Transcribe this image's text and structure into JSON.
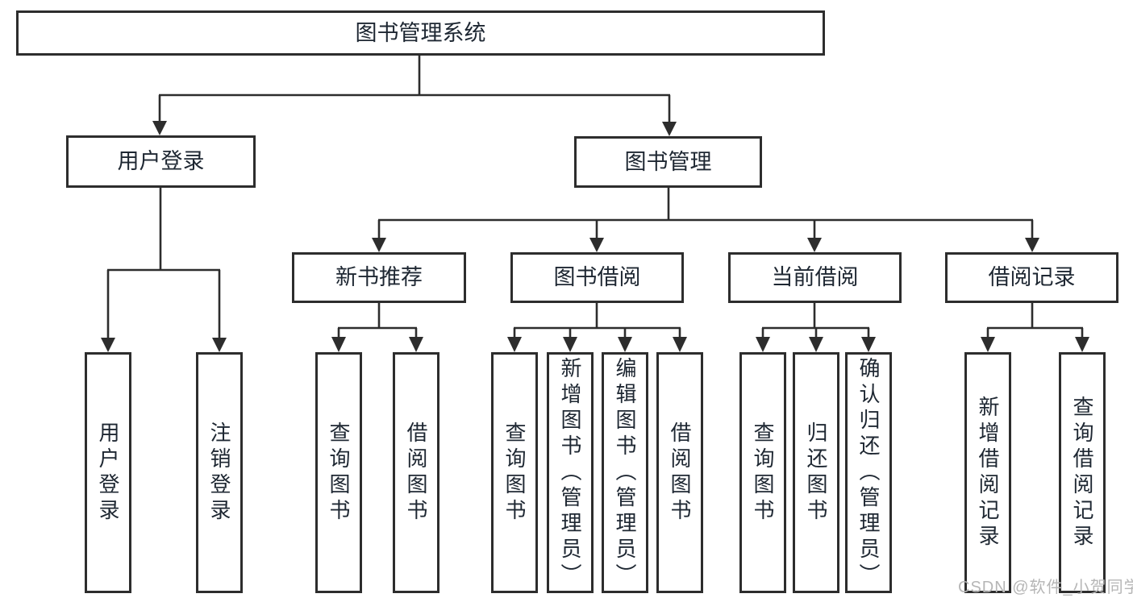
{
  "diagram": {
    "root": {
      "label": "图书管理系统"
    },
    "level2": [
      {
        "id": "user-login",
        "label": "用户登录"
      },
      {
        "id": "book-management",
        "label": "图书管理"
      }
    ],
    "level3": [
      {
        "id": "new-book-recommend",
        "label": "新书推荐",
        "parent": "图书管理"
      },
      {
        "id": "book-borrow",
        "label": "图书借阅",
        "parent": "图书管理"
      },
      {
        "id": "current-borrow",
        "label": "当前借阅",
        "parent": "图书管理"
      },
      {
        "id": "borrow-record",
        "label": "借阅记录",
        "parent": "图书管理"
      }
    ],
    "leaves": [
      {
        "parent": "用户登录",
        "label": "用户登录"
      },
      {
        "parent": "用户登录",
        "label": "注销登录"
      },
      {
        "parent": "新书推荐",
        "label": "查询图书"
      },
      {
        "parent": "新书推荐",
        "label": "借阅图书"
      },
      {
        "parent": "图书借阅",
        "label": "查询图书"
      },
      {
        "parent": "图书借阅",
        "label": "新增图书（管理员）"
      },
      {
        "parent": "图书借阅",
        "label": "编辑图书（管理员）"
      },
      {
        "parent": "图书借阅",
        "label": "借阅图书"
      },
      {
        "parent": "当前借阅",
        "label": "查询图书"
      },
      {
        "parent": "当前借阅",
        "label": "归还图书"
      },
      {
        "parent": "当前借阅",
        "label": "确认归还（管理员）"
      },
      {
        "parent": "借阅记录",
        "label": "新增借阅记录"
      },
      {
        "parent": "借阅记录",
        "label": "查询借阅记录"
      }
    ]
  },
  "watermark": {
    "text": "CSDN @软件_小贺同学"
  },
  "colors": {
    "line": "#2d2d2d",
    "box_border": "#2d2d2d",
    "text": "#1e2732",
    "watermark": "#b6b6b6",
    "background": "#ffffff"
  }
}
